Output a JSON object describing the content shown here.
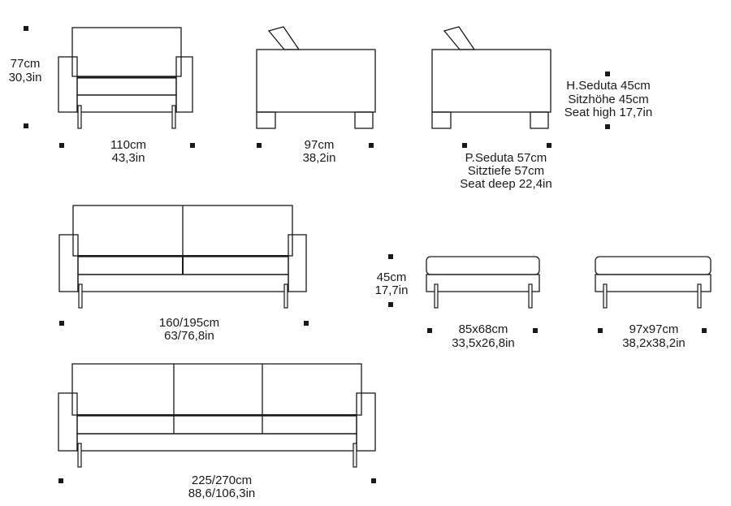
{
  "armchair": {
    "height_cm": "77cm",
    "height_in": "30,3in",
    "width_cm": "110cm",
    "width_in": "43,3in"
  },
  "side_view": {
    "depth_cm": "97cm",
    "depth_in": "38,2in"
  },
  "seat_view": {
    "seat_height": [
      "H.Seduta 45cm",
      "Sitzhöhe 45cm",
      "Seat high 17,7in"
    ],
    "seat_depth": [
      "P.Seduta 57cm",
      "Sitztiefe 57cm",
      "Seat deep 22,4in"
    ]
  },
  "sofa_two_seat": {
    "width_cm": "160/195cm",
    "width_in": "63/76,8in"
  },
  "sofa_three_seat": {
    "width_cm": "225/270cm",
    "width_in": "88,6/106,3in"
  },
  "ottoman": {
    "height_cm": "45cm",
    "height_in": "17,7in"
  },
  "ottoman_small": {
    "size_cm": "85x68cm",
    "size_in": "33,5x26,8in"
  },
  "ottoman_large": {
    "size_cm": "97x97cm",
    "size_in": "38,2x38,2in"
  }
}
